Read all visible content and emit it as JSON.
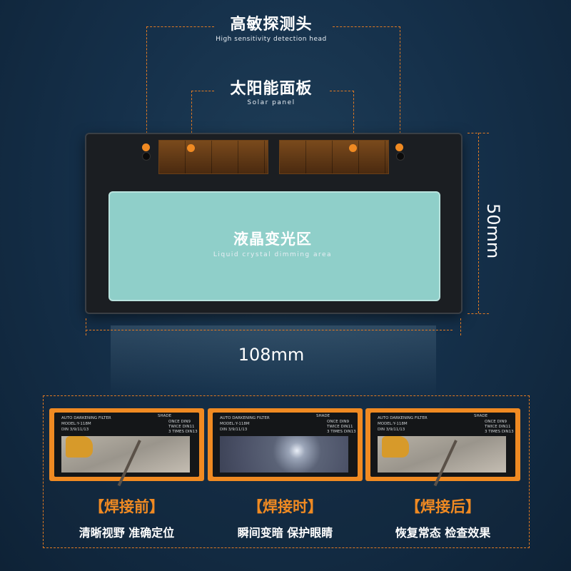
{
  "detector": {
    "title_cn": "高敏探测头",
    "title_en": "High sensitivity detection head"
  },
  "solar": {
    "title_cn": "太阳能面板",
    "title_en": "Solar panel"
  },
  "lcd": {
    "title_cn": "液晶变光区",
    "title_en": "Liquid crystal dimming area"
  },
  "dimensions": {
    "height": "50mm",
    "width": "108mm"
  },
  "cards": [
    {
      "title": "【焊接前】",
      "subtitle": "清晰视野 准确定位",
      "brand": "AUTO DARKENING FILTER",
      "model": "MODEL:Y-118M",
      "din": "DIN 3/9/11/13",
      "shade": "SHADE",
      "opt1": "ONCE DIN9",
      "opt2": "TWICE DIN11",
      "opt3": "3 TIMES DIN13",
      "photo": "clear"
    },
    {
      "title": "【焊接时】",
      "subtitle": "瞬间变暗 保护眼睛",
      "brand": "AUTO DARKENING FILTER",
      "model": "MODEL:Y-118M",
      "din": "DIN 3/9/11/13",
      "shade": "SHADE",
      "opt1": "ONCE DIN9",
      "opt2": "TWICE DIN11",
      "opt3": "3 TIMES DIN13",
      "photo": "dark"
    },
    {
      "title": "【焊接后】",
      "subtitle": "恢复常态 检查效果",
      "brand": "AUTO DARKENING FILTER",
      "model": "MODEL:Y-118M",
      "din": "DIN 3/9/11/13",
      "shade": "SHADE",
      "opt1": "ONCE DIN9",
      "opt2": "TWICE DIN11",
      "opt3": "3 TIMES DIN13",
      "photo": "clear"
    }
  ],
  "colors": {
    "accent": "#f08a22",
    "lcd": "#8fcfc9",
    "background": "#15304a"
  }
}
